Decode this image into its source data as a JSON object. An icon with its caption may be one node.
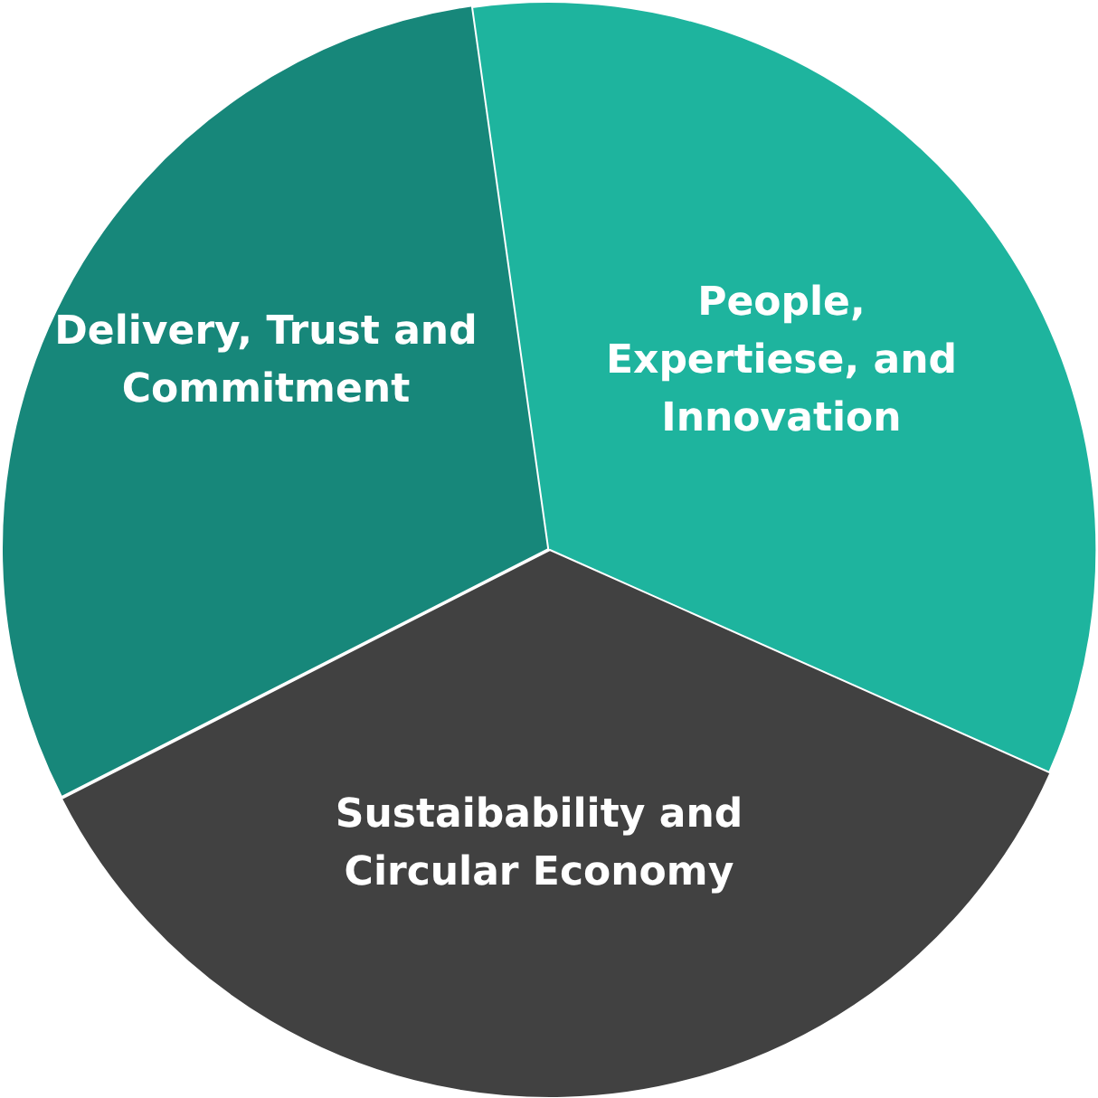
{
  "diagram": {
    "nodes": [
      {
        "text": [
          "Delivery, Trust and Commitment"
        ]
      },
      {
        "text": [
          "People, Expertiese, and Innovation"
        ]
      },
      {
        "text": [
          "Sustaibability and Circular Economy"
        ]
      }
    ]
  }
}
